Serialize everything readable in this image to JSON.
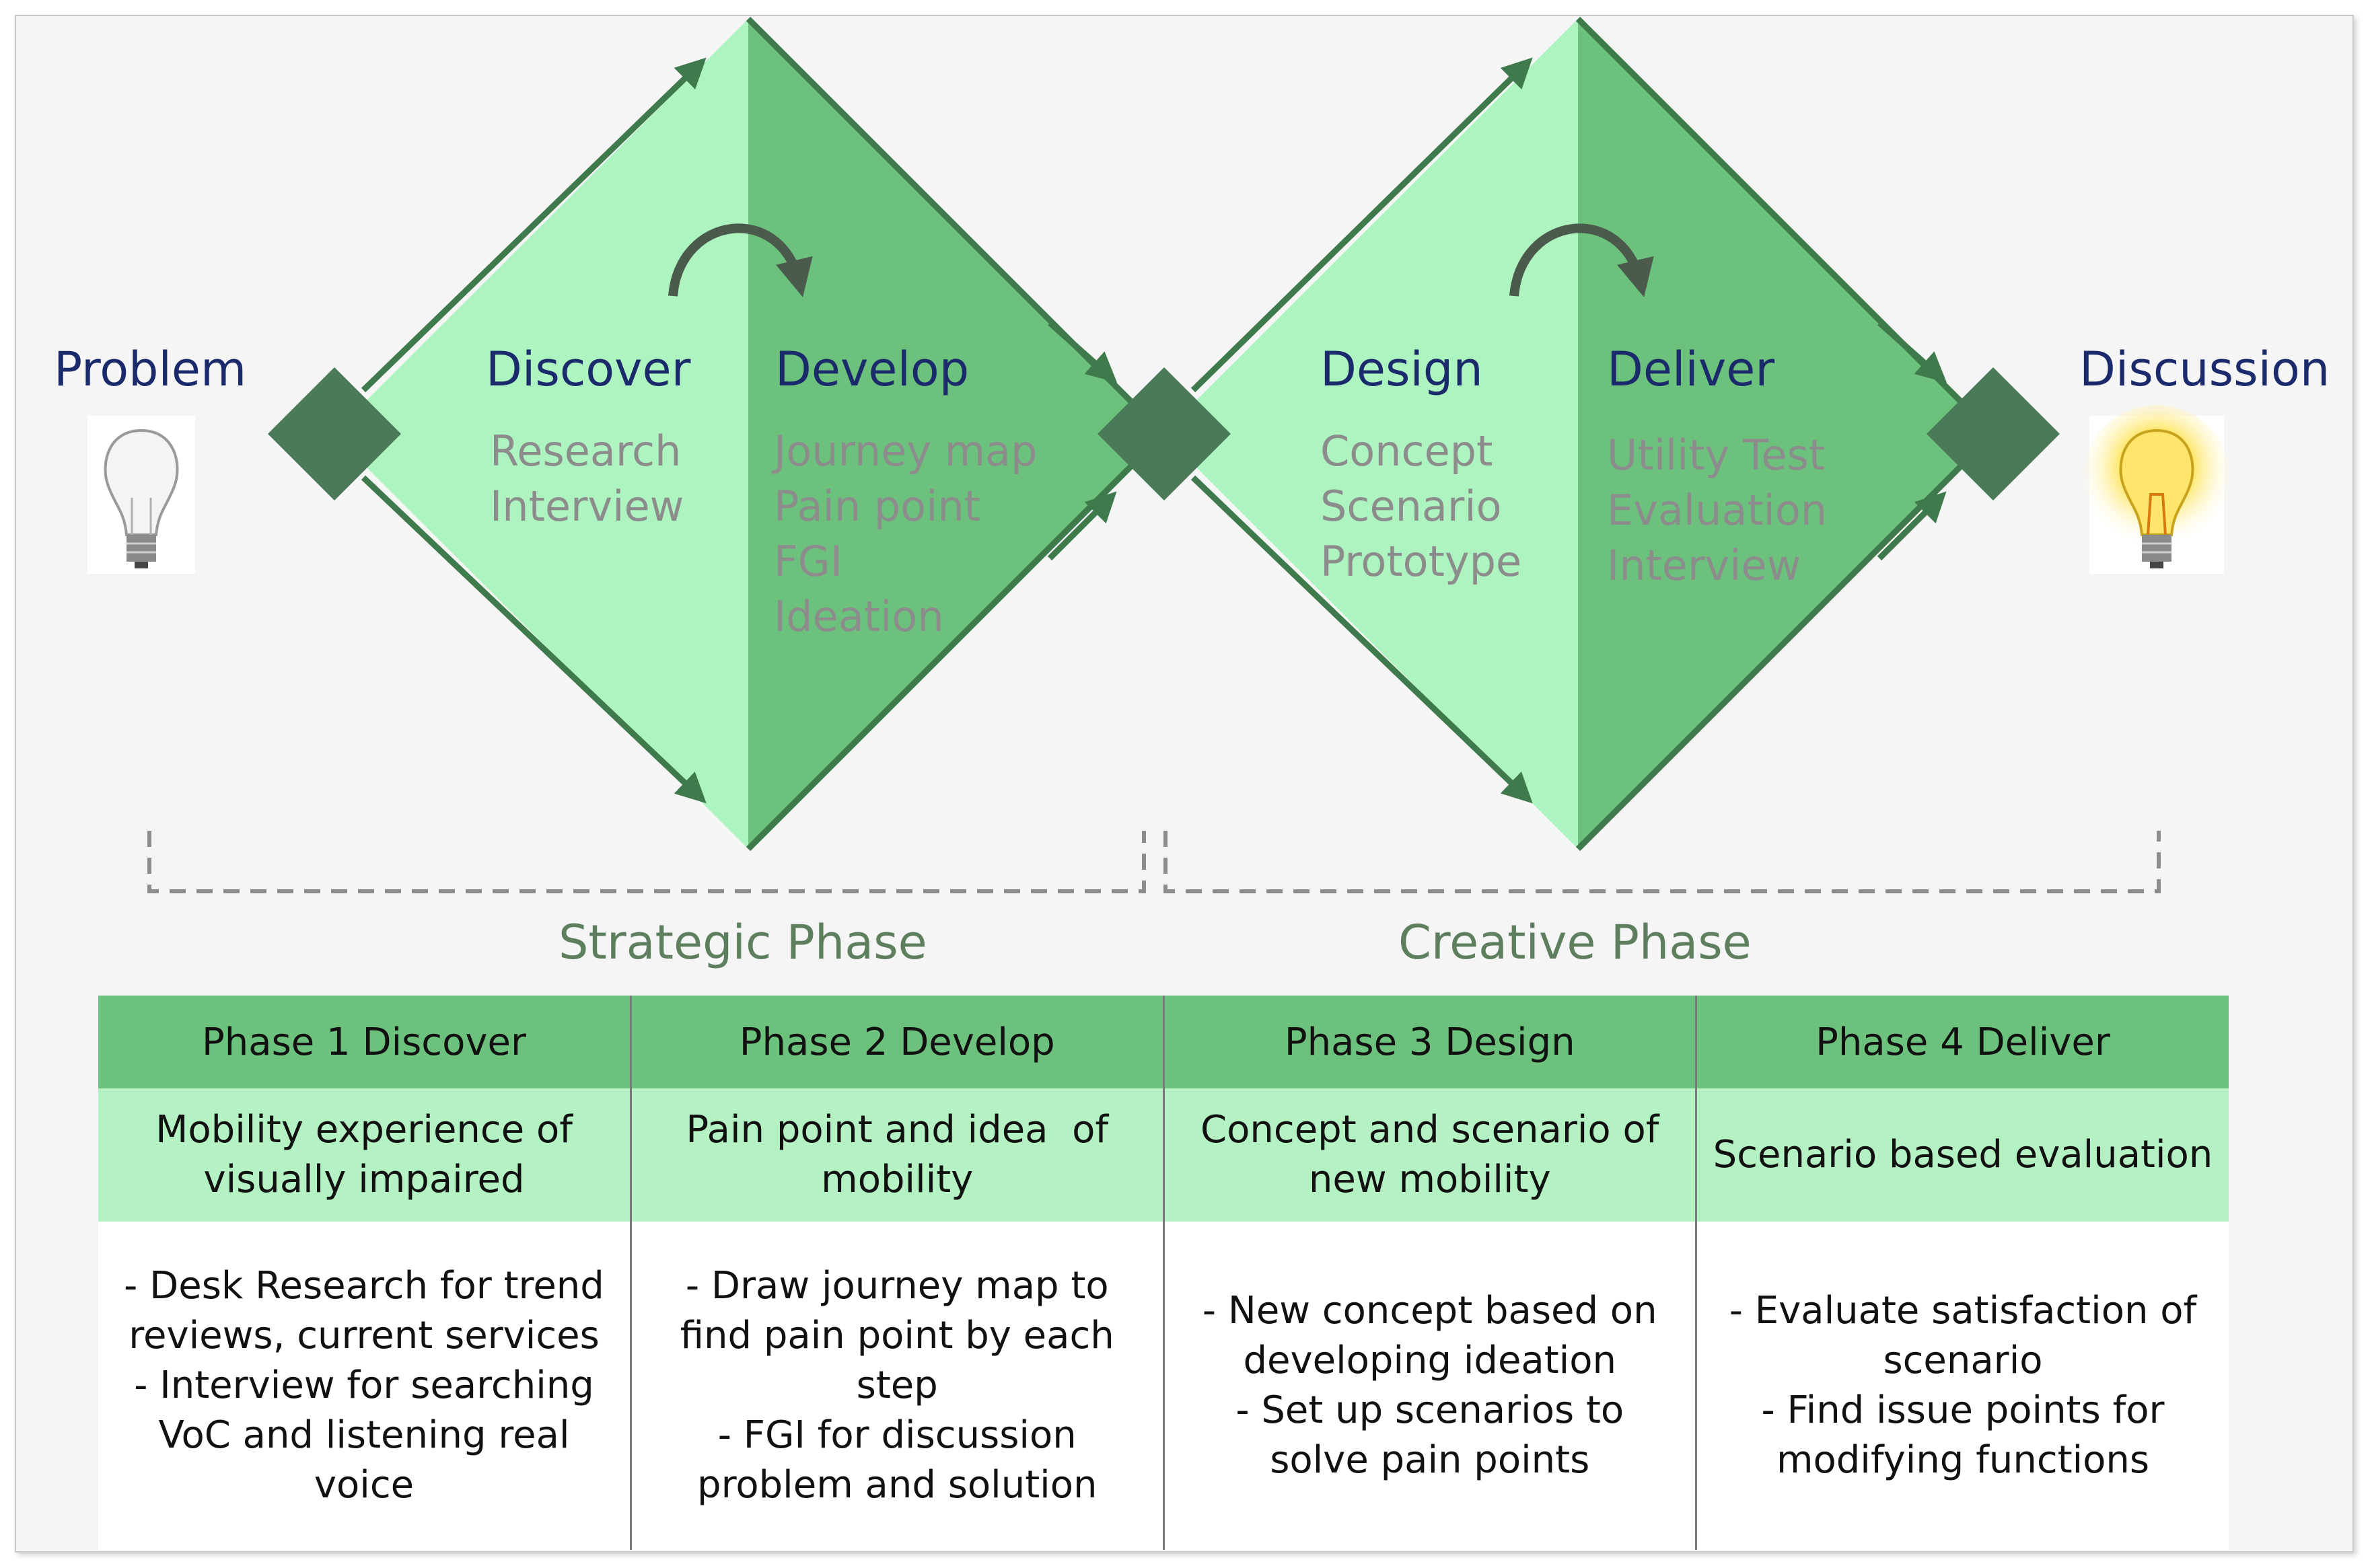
{
  "endpoints": {
    "start": "Problem",
    "end": "Discussion"
  },
  "stages": [
    {
      "title": "Discover",
      "items": [
        "Research",
        "Interview"
      ]
    },
    {
      "title": "Develop",
      "items": [
        "Journey map",
        "Pain point",
        "FGI",
        "Ideation"
      ]
    },
    {
      "title": "Design",
      "items": [
        "Concept",
        "Scenario",
        "Prototype"
      ]
    },
    {
      "title": "Deliver",
      "items": [
        "Utility Test",
        "Evaluation",
        "Interview"
      ]
    }
  ],
  "phase_groups": [
    "Strategic Phase",
    "Creative Phase"
  ],
  "table": {
    "headers": [
      "Phase 1 Discover",
      "Phase 2 Develop",
      "Phase 3 Design",
      "Phase 4 Deliver"
    ],
    "subtitles": [
      [
        "Mobility experience of",
        "visually impaired"
      ],
      [
        "Pain point and idea  of",
        "mobility"
      ],
      [
        "Concept and scenario of",
        "new mobility"
      ],
      [
        "Scenario based evaluation"
      ]
    ],
    "details": [
      [
        "- Desk Research for trend",
        "reviews, current services",
        "- Interview for searching",
        "VoC and listening real",
        "voice"
      ],
      [
        "- Draw journey map to",
        "find pain point by each",
        "step",
        "- FGI for discussion",
        "problem and solution"
      ],
      [
        "- New concept based on",
        "developing ideation",
        "- Set up scenarios to",
        "solve pain points"
      ],
      [
        "- Evaluate satisfaction of",
        "scenario",
        "- Find issue points for",
        "modifying functions"
      ]
    ]
  },
  "colors": {
    "light_green": "#aef4c0",
    "dark_green": "#6cc17c",
    "node": "#4a7a58",
    "arrow": "#3f7a4c",
    "title_text": "#1b2a6b",
    "item_text": "#8c8c8c",
    "phase_text": "#5e7f5e"
  },
  "icons": [
    "lightbulb-off-icon",
    "lightbulb-on-icon",
    "curved-arrow-icon"
  ]
}
